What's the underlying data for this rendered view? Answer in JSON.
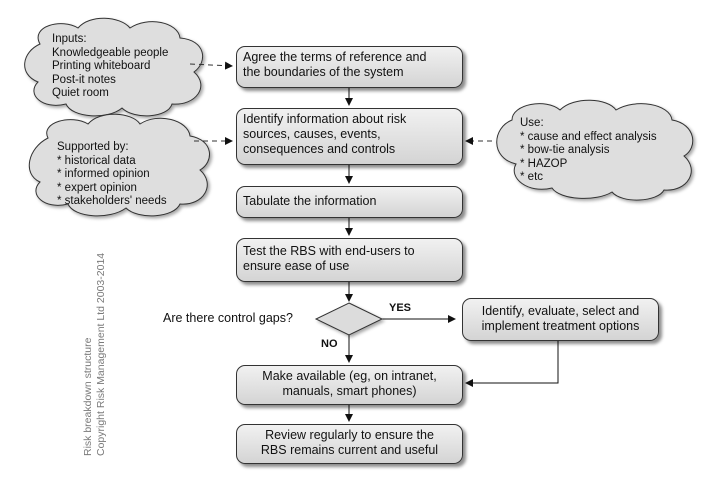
{
  "clouds": {
    "inputs": [
      "Inputs:",
      "Knowledgeable people",
      "Printing whiteboard",
      "Post-it notes",
      "Quiet room"
    ],
    "supported": [
      "Supported by:",
      "* historical data",
      "* informed opinion",
      "* expert opinion",
      "* stakeholders' needs"
    ],
    "use": [
      "Use:",
      "* cause and effect analysis",
      "* bow-tie analysis",
      "* HAZOP",
      "* etc"
    ]
  },
  "steps": {
    "agree": [
      "Agree the terms of reference and",
      "the boundaries of the system"
    ],
    "identify": [
      "Identify information about risk",
      "sources, causes, events,",
      "consequences and controls"
    ],
    "tabulate": [
      "Tabulate the information"
    ],
    "test": [
      "Test the RBS with end-users to",
      "ensure ease of use"
    ],
    "treatment": [
      "Identify, evaluate, select and",
      "implement treatment options"
    ],
    "available": [
      "Make available (eg, on intranet,",
      "manuals, smart phones)"
    ],
    "review": [
      "Review regularly to ensure the",
      "RBS remains current and useful"
    ]
  },
  "decision": {
    "question": "Are there control gaps?",
    "yes": "YES",
    "no": "NO"
  },
  "side_note": [
    "Risk breakdown structure",
    "Copyright Risk Management Ltd 2003-2014"
  ]
}
